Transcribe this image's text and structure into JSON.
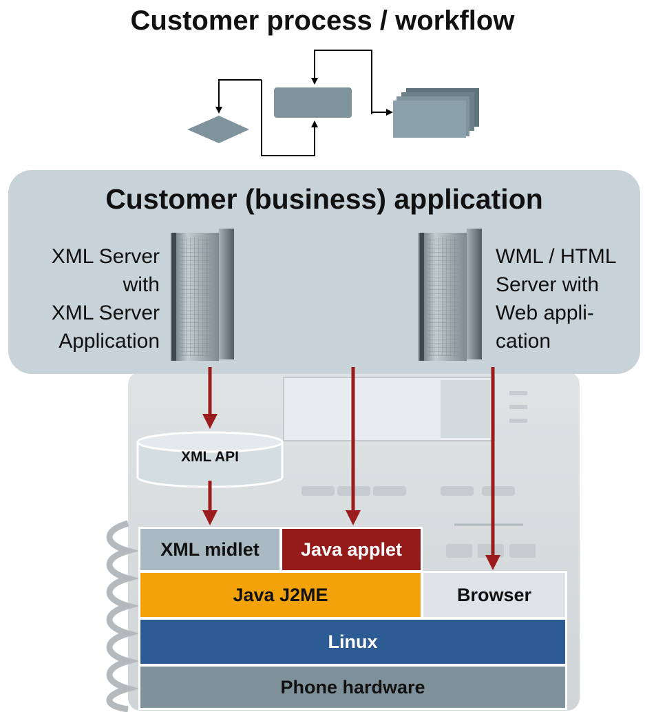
{
  "title": "Customer process / workflow",
  "application": {
    "title": "Customer (business) application",
    "left_server": {
      "lines": [
        "XML Server",
        "with",
        "XML Server",
        "Application"
      ]
    },
    "right_server": {
      "lines": [
        "WML / HTML",
        "Server with",
        "Web appli-",
        "cation"
      ]
    }
  },
  "xml_api": {
    "label": "XML API"
  },
  "stack": {
    "xml_midlet": "XML midlet",
    "java_applet": "Java applet",
    "java_j2me": "Java J2ME",
    "browser": "Browser",
    "linux": "Linux",
    "phone_hardware": "Phone hardware"
  },
  "colors": {
    "panel": "#c7d3d8",
    "workflow_shape": "#7f939d",
    "arrow": "#9b1c1c",
    "java_applet": "#951b1b",
    "java_j2me": "#f4a20a",
    "linux": "#2d5c95",
    "phone_hardware": "#7f919b",
    "xml_midlet": "#a9b9c1",
    "browser": "#dee4e7"
  }
}
